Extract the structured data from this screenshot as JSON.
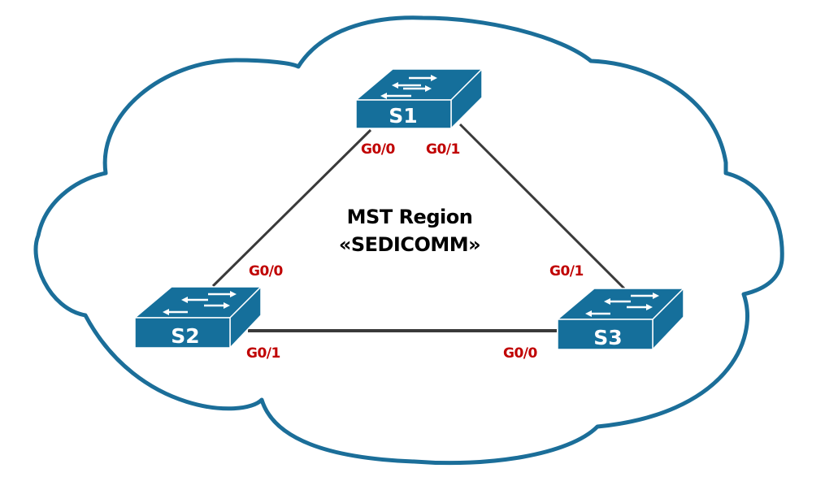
{
  "diagram": {
    "region_title_line1": "MST Region",
    "region_title_line2": "«SEDICOMM»",
    "colors": {
      "cloud_outline": "#1b6e99",
      "switch_fill": "#156f9b",
      "link": "#3a3a3a",
      "port_label": "#c00000",
      "title_text": "#000000"
    },
    "switches": [
      {
        "id": "S1",
        "label": "S1"
      },
      {
        "id": "S2",
        "label": "S2"
      },
      {
        "id": "S3",
        "label": "S3"
      }
    ],
    "links": [
      {
        "from": "S1",
        "from_port": "G0/0",
        "to": "S2",
        "to_port": "G0/0"
      },
      {
        "from": "S1",
        "from_port": "G0/1",
        "to": "S3",
        "to_port": "G0/1"
      },
      {
        "from": "S2",
        "from_port": "G0/1",
        "to": "S3",
        "to_port": "G0/0"
      }
    ],
    "port_labels": {
      "s1_g00": "G0/0",
      "s1_g01": "G0/1",
      "s2_g00": "G0/0",
      "s2_g01": "G0/1",
      "s3_g01": "G0/1",
      "s3_g00": "G0/0"
    }
  }
}
